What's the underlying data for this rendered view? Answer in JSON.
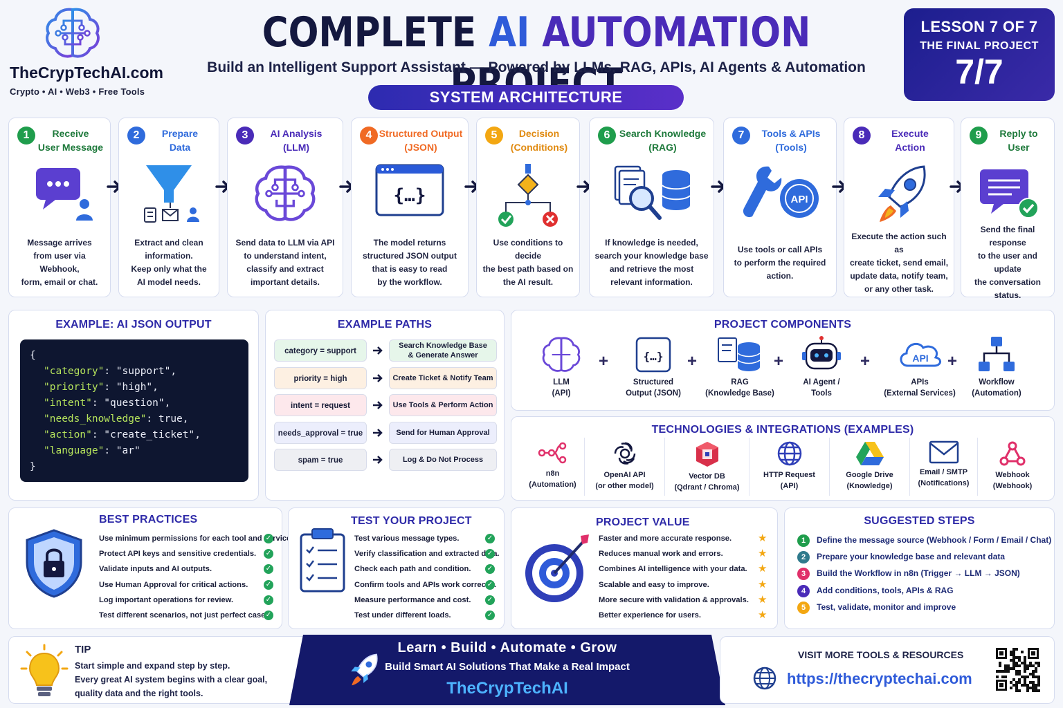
{
  "brand": {
    "site": "TheCrypTechAI.com",
    "tagline": "Crypto  •  AI  •  Web3  •  Free Tools"
  },
  "header": {
    "title_a": "COMPLETE ",
    "title_b": "AI ",
    "title_c": "AUTOMATION",
    "title_d": " PROJECT",
    "subtitle": "Build an Intelligent Support Assistant — Powered by LLMs, RAG, APIs, AI Agents & Automation",
    "section": "SYSTEM ARCHITECTURE"
  },
  "lesson": {
    "line1": "LESSON 7 OF 7",
    "line2": "THE FINAL PROJECT",
    "big": "7/7"
  },
  "steps": [
    {
      "num": "1",
      "title": "Receive\nUser Message",
      "desc": "Message arrives\nfrom user via Webhook,\nform, email or chat.",
      "color": "#1f9d4c",
      "icon": "chat-user-icon"
    },
    {
      "num": "2",
      "title": "Prepare\nData",
      "desc": "Extract and clean\ninformation.\nKeep only what the\nAI model needs.",
      "color": "#2f6bdc",
      "icon": "funnel-icon"
    },
    {
      "num": "3",
      "title": "AI Analysis\n(LLM)",
      "desc": "Send data to LLM via API\nto understand intent,\nclassify and extract\nimportant details.",
      "color": "#4a2bb8",
      "icon": "brain-chip-icon"
    },
    {
      "num": "4",
      "title": "Structured Output\n(JSON)",
      "desc": "The model returns\nstructured JSON output\nthat is easy to read\nby the workflow.",
      "color": "#f06a24",
      "icon": "json-window-icon"
    },
    {
      "num": "5",
      "title": "Decision\n(Conditions)",
      "desc": "Use conditions to decide\nthe best path based on\nthe AI result.",
      "color": "#f3a712",
      "icon": "decision-tree-icon"
    },
    {
      "num": "6",
      "title": "Search Knowledge\n(RAG)",
      "desc": "If knowledge is needed,\nsearch your knowledge base\nand retrieve the most\nrelevant information.",
      "color": "#1f9d4c",
      "icon": "search-database-icon"
    },
    {
      "num": "7",
      "title": "Tools & APIs\n(Tools)",
      "desc": "Use tools or call APIs\nto perform the required\naction.",
      "color": "#2f6bdc",
      "icon": "wrench-api-icon"
    },
    {
      "num": "8",
      "title": "Execute\nAction",
      "desc": "Execute the action such as\ncreate ticket, send email,\nupdate data, notify team,\nor any other task.",
      "color": "#4a2bb8",
      "icon": "rocket-icon"
    },
    {
      "num": "9",
      "title": "Reply to\nUser",
      "desc": "Send the final response\nto the user and update\nthe conversation\nstatus.",
      "color": "#1f9d4c",
      "icon": "reply-check-icon"
    }
  ],
  "json_example": {
    "title": "EXAMPLE: AI JSON OUTPUT",
    "open": "{",
    "close": "}",
    "lines": [
      {
        "key": "\"category\"",
        "val": ": \"support\","
      },
      {
        "key": "\"priority\"",
        "val": ": \"high\","
      },
      {
        "key": "\"intent\"",
        "val": ": \"question\","
      },
      {
        "key": "\"needs_knowledge\"",
        "val": ": true,"
      },
      {
        "key": "\"action\"",
        "val": ": \"create_ticket\","
      },
      {
        "key": "\"language\"",
        "val": ": \"ar\""
      }
    ]
  },
  "paths": {
    "title": "EXAMPLE PATHS",
    "rows": [
      {
        "cond": "category = support",
        "result": "Search Knowledge Base\n& Generate Answer",
        "bg": "#e6f6ea"
      },
      {
        "cond": "priority = high",
        "result": "Create Ticket & Notify Team",
        "bg": "#fdf0e2"
      },
      {
        "cond": "intent = request",
        "result": "Use Tools & Perform Action",
        "bg": "#fde8ec"
      },
      {
        "cond": "needs_approval = true",
        "result": "Send for Human Approval",
        "bg": "#eceefc"
      },
      {
        "cond": "spam = true",
        "result": "Log & Do Not Process",
        "bg": "#eeeff3"
      }
    ]
  },
  "components": {
    "title": "PROJECT COMPONENTS",
    "items": [
      {
        "label": "LLM\n(API)",
        "icon": "brain-icon"
      },
      {
        "label": "Structured\nOutput (JSON)",
        "icon": "braces-icon"
      },
      {
        "label": "RAG\n(Knowledge Base)",
        "icon": "docs-database-icon"
      },
      {
        "label": "AI Agent /\nTools",
        "icon": "robot-icon"
      },
      {
        "label": "APIs\n(External Services)",
        "icon": "api-cloud-icon"
      },
      {
        "label": "Workflow\n(Automation)",
        "icon": "workflow-icon"
      }
    ]
  },
  "technologies": {
    "title": "TECHNOLOGIES & INTEGRATIONS (EXAMPLES)",
    "items": [
      {
        "label": "n8n\n(Automation)",
        "icon": "n8n-icon"
      },
      {
        "label": "OpenAI API\n(or other model)",
        "icon": "openai-icon"
      },
      {
        "label": "Vector DB\n(Qdrant / Chroma)",
        "icon": "vector-db-icon"
      },
      {
        "label": "HTTP Request\n(API)",
        "icon": "globe-icon"
      },
      {
        "label": "Google Drive\n(Knowledge)",
        "icon": "google-drive-icon"
      },
      {
        "label": "Email / SMTP\n(Notifications)",
        "icon": "envelope-icon"
      },
      {
        "label": "Webhook\n(Webhook)",
        "icon": "webhook-icon"
      }
    ]
  },
  "best_practices": {
    "title": "BEST PRACTICES",
    "items": [
      "Use minimum permissions for each tool and service.",
      "Protect API keys and sensitive credentials.",
      "Validate inputs and AI outputs.",
      "Use Human Approval for critical actions.",
      "Log important operations for review.",
      "Test different scenarios, not just perfect cases."
    ]
  },
  "test": {
    "title": "TEST YOUR PROJECT",
    "items": [
      "Test various message types.",
      "Verify classification and extracted data.",
      "Check each path and condition.",
      "Confirm tools and APIs work correctly.",
      "Measure performance and cost.",
      "Test under different loads."
    ]
  },
  "value": {
    "title": "PROJECT VALUE",
    "items": [
      "Faster and more accurate response.",
      "Reduces manual work and errors.",
      "Combines AI intelligence with your data.",
      "Scalable and easy to improve.",
      "More secure with validation & approvals.",
      "Better experience for users."
    ]
  },
  "suggested": {
    "title": "SUGGESTED STEPS",
    "items": [
      {
        "n": "1",
        "text": "Define the message source (Webhook / Form / Email / Chat)",
        "color": "#1f9d4c"
      },
      {
        "n": "2",
        "text": "Prepare your knowledge base and relevant data",
        "color": "#2f7a8c"
      },
      {
        "n": "3",
        "text": "Build the Workflow in n8n (Trigger → LLM → JSON)",
        "color": "#e0306a"
      },
      {
        "n": "4",
        "text": "Add conditions, tools, APIs & RAG",
        "color": "#4a2bb8"
      },
      {
        "n": "5",
        "text": "Test, validate, monitor and improve",
        "color": "#f3a712"
      }
    ]
  },
  "tip": {
    "title": "TIP",
    "body": "Start simple and expand step by step.\nEvery great AI system begins with a clear goal,\nquality data and the right tools."
  },
  "banner": {
    "line1": "Learn  •  Build  •  Automate  •  Grow",
    "line2": "Build Smart AI Solutions That Make a Real Impact",
    "line3": "TheCrypTechAI"
  },
  "visit": {
    "label": "VISIT MORE TOOLS & RESOURCES",
    "url": "https://thecryptechai.com"
  },
  "colors": {
    "navy": "#14183f",
    "blue": "#2f5bd9",
    "purple": "#4a2bb8",
    "green": "#22a35a",
    "star": "#f3a712"
  }
}
